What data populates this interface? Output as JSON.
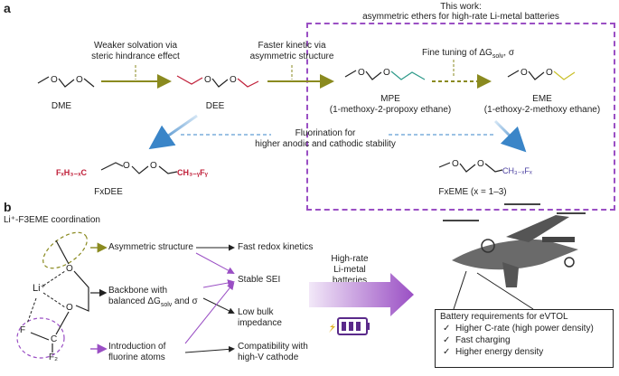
{
  "panel_a": {
    "label": "a",
    "this_work_line1": "This work:",
    "this_work_line2": "asymmetric ethers for high-rate Li-metal batteries",
    "arrow1_line1": "Weaker solvation via",
    "arrow1_line2": "steric hindrance effect",
    "arrow2_line1": "Faster kinetic via",
    "arrow2_line2": "asymmetric structure",
    "arrow3_label": "Fine tuning of ΔG",
    "arrow3_sub": "solv",
    "arrow3_tail": ", σ",
    "fluor_line1": "Fluorination for",
    "fluor_line2": "higher anodic and cathodic stability",
    "molecules": {
      "dme": "DME",
      "dee": "DEE",
      "mpe_name": "MPE",
      "mpe_full": "(1-methoxy-2-propoxy ethane)",
      "eme_name": "EME",
      "eme_full": "(1-ethoxy-2-methoxy ethane)",
      "fxdee": "FxDEE",
      "fxeme": "FxEME (x = 1–3)",
      "fxdee_left": "FₓH₃₋ₓC",
      "fxdee_right": "CH₃₋ᵧFᵧ",
      "fxeme_group": "CH₃₋ₓFₓ",
      "o": "O"
    }
  },
  "panel_b": {
    "label": "b",
    "coord_title": "Li⁺-F3EME coordination",
    "li": "Li⁺",
    "f": "F",
    "f2": "F₂",
    "c": "C",
    "o": "O",
    "feature1": "Asymmetric structure",
    "feature2_line1": "Backbone with",
    "feature2_line2": "balanced ΔG",
    "feature2_sub": "solv",
    "feature2_tail": " and σ",
    "feature3_line1": "Introduction of",
    "feature3_line2": "fluorine atoms",
    "result1": "Fast redox kinetics",
    "result2": "Stable SEI",
    "result3_line1": "Low bulk",
    "result3_line2": "impedance",
    "result4_line1": "Compatibility with",
    "result4_line2": "high-V cathode",
    "big_arrow_line1": "High-rate",
    "big_arrow_line2": "Li-metal",
    "big_arrow_line3": "batteries",
    "req_title": "Battery requirements for eVTOL",
    "req1": "Higher C-rate (high power density)",
    "req2": "Fast charging",
    "req3": "Higher energy density",
    "check": "✓"
  },
  "colors": {
    "olive": "#8a8a1f",
    "purple": "#9a4fc4",
    "blue": "#3a85c8",
    "red": "#c0203a",
    "teal": "#2e9a8a",
    "yellow": "#c9c02a"
  }
}
